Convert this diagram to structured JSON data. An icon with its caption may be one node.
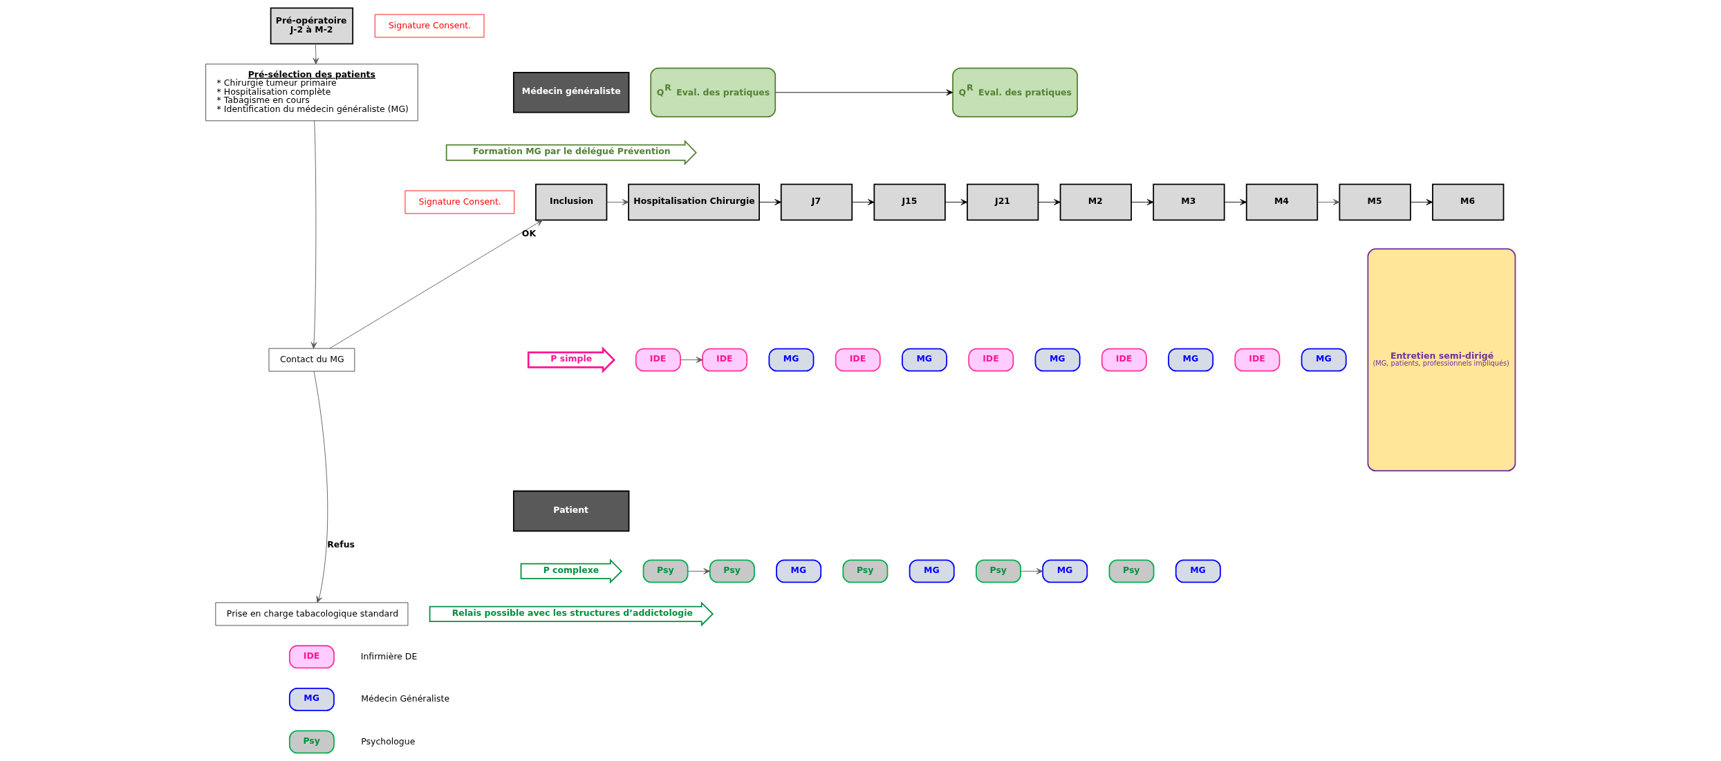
{
  "diagram": {
    "nodes": [
      {
        "text": [
          "Pré-opératoire",
          "J-2 à M-2"
        ]
      },
      {
        "text": [
          "Signature Consent."
        ]
      },
      {
        "text": [
          "Pré-sélection des patients",
          "* Chirurgie tumeur primaire",
          "* Hospitalisation complète",
          "* Tabagisme en cours",
          "* Identification du médecin généraliste (MG)"
        ]
      },
      {
        "text": [
          "Médecin généraliste"
        ]
      },
      {
        "text": [
          "Q$^{R}$ Eval. des pratiques"
        ]
      },
      {
        "text": [
          "Q$^{R}$ Eval. des pratiques"
        ]
      },
      {
        "text": [
          "Entretien semi-dirigé",
          "(MG, patients, professionnels impliqués)"
        ]
      },
      {
        "text": [
          "Formation MG par le délégué Prévention"
        ]
      },
      {
        "text": [
          "Signature Consent."
        ]
      },
      {
        "text": [
          "Inclusion"
        ]
      },
      {
        "text": [
          "Hospitalisation Chirurgie"
        ]
      },
      {
        "text": [
          "J7"
        ]
      },
      {
        "text": [
          "J15"
        ]
      },
      {
        "text": [
          "J21"
        ]
      },
      {
        "text": [
          "M2"
        ]
      },
      {
        "text": [
          "M3"
        ]
      },
      {
        "text": [
          "M4"
        ]
      },
      {
        "text": [
          "M5"
        ]
      },
      {
        "text": [
          "M6"
        ]
      },
      {
        "text": [
          "Contact du MG"
        ]
      },
      {
        "text": [
          "P simple"
        ]
      },
      {
        "text": [
          "Patient"
        ]
      },
      {
        "text": [
          "P complexe"
        ]
      },
      {
        "text": [
          "IDE"
        ]
      },
      {
        "text": [
          "IDE"
        ]
      },
      {
        "text": [
          "MG"
        ]
      },
      {
        "text": [
          "IDE"
        ]
      },
      {
        "text": [
          "MG"
        ]
      },
      {
        "text": [
          "IDE"
        ]
      },
      {
        "text": [
          "MG"
        ]
      },
      {
        "text": [
          "IDE"
        ]
      },
      {
        "text": [
          "MG"
        ]
      },
      {
        "text": [
          "IDE"
        ]
      },
      {
        "text": [
          "MG"
        ]
      },
      {
        "text": [
          "Psy"
        ]
      },
      {
        "text": [
          "Psy"
        ]
      },
      {
        "text": [
          "MG"
        ]
      },
      {
        "text": [
          "Psy"
        ]
      },
      {
        "text": [
          "MG"
        ]
      },
      {
        "text": [
          "Psy"
        ]
      },
      {
        "text": [
          "MG"
        ]
      },
      {
        "text": [
          "Psy"
        ]
      },
      {
        "text": [
          "MG"
        ]
      },
      {
        "text": [
          "Relais possible avec les structures d’addictologie"
        ]
      },
      {
        "text": [
          "Prise en charge tabacologique standard"
        ]
      },
      {
        "text": [
          "IDE"
        ],
        "beside": [
          "Infirmière DE"
        ]
      },
      {
        "text": [
          "MG"
        ],
        "beside": [
          "Médecin Généraliste"
        ]
      },
      {
        "text": [
          "Psy"
        ],
        "beside": [
          "Psychologue"
        ]
      }
    ],
    "edges": [
      {
        "from": 0,
        "to": 2,
        "arrow": "to"
      },
      {
        "from": 2,
        "to": 19,
        "arrow": "to"
      },
      {
        "from": 19,
        "to": 9,
        "arrow": "to",
        "label": "OK"
      },
      {
        "from": 19,
        "to": 44,
        "arrow": "to",
        "label": "Refus"
      },
      {
        "from": 4,
        "to": 5,
        "arrow": "to",
        "color": "#000000"
      },
      {
        "from": 9,
        "to": 10,
        "arrow": "to"
      },
      {
        "from": 10,
        "to": 11,
        "arrow": "to",
        "color": "#000000"
      },
      {
        "from": 11,
        "to": 12,
        "arrow": "to",
        "color": "#000000"
      },
      {
        "from": 12,
        "to": 13,
        "arrow": "to",
        "color": "#000000"
      },
      {
        "from": 13,
        "to": 14,
        "arrow": "to",
        "color": "#000000"
      },
      {
        "from": 14,
        "to": 15,
        "arrow": "to",
        "color": "#000000"
      },
      {
        "from": 15,
        "to": 16,
        "arrow": "to",
        "color": "#000000"
      },
      {
        "from": 16,
        "to": 17,
        "arrow": "to"
      },
      {
        "from": 17,
        "to": 18,
        "arrow": "to",
        "color": "#000000"
      },
      {
        "from": 23,
        "to": 24,
        "arrow": "to"
      },
      {
        "from": 34,
        "to": 35,
        "arrow": "to"
      },
      {
        "from": 39,
        "to": 40,
        "arrow": "to"
      }
    ]
  }
}
